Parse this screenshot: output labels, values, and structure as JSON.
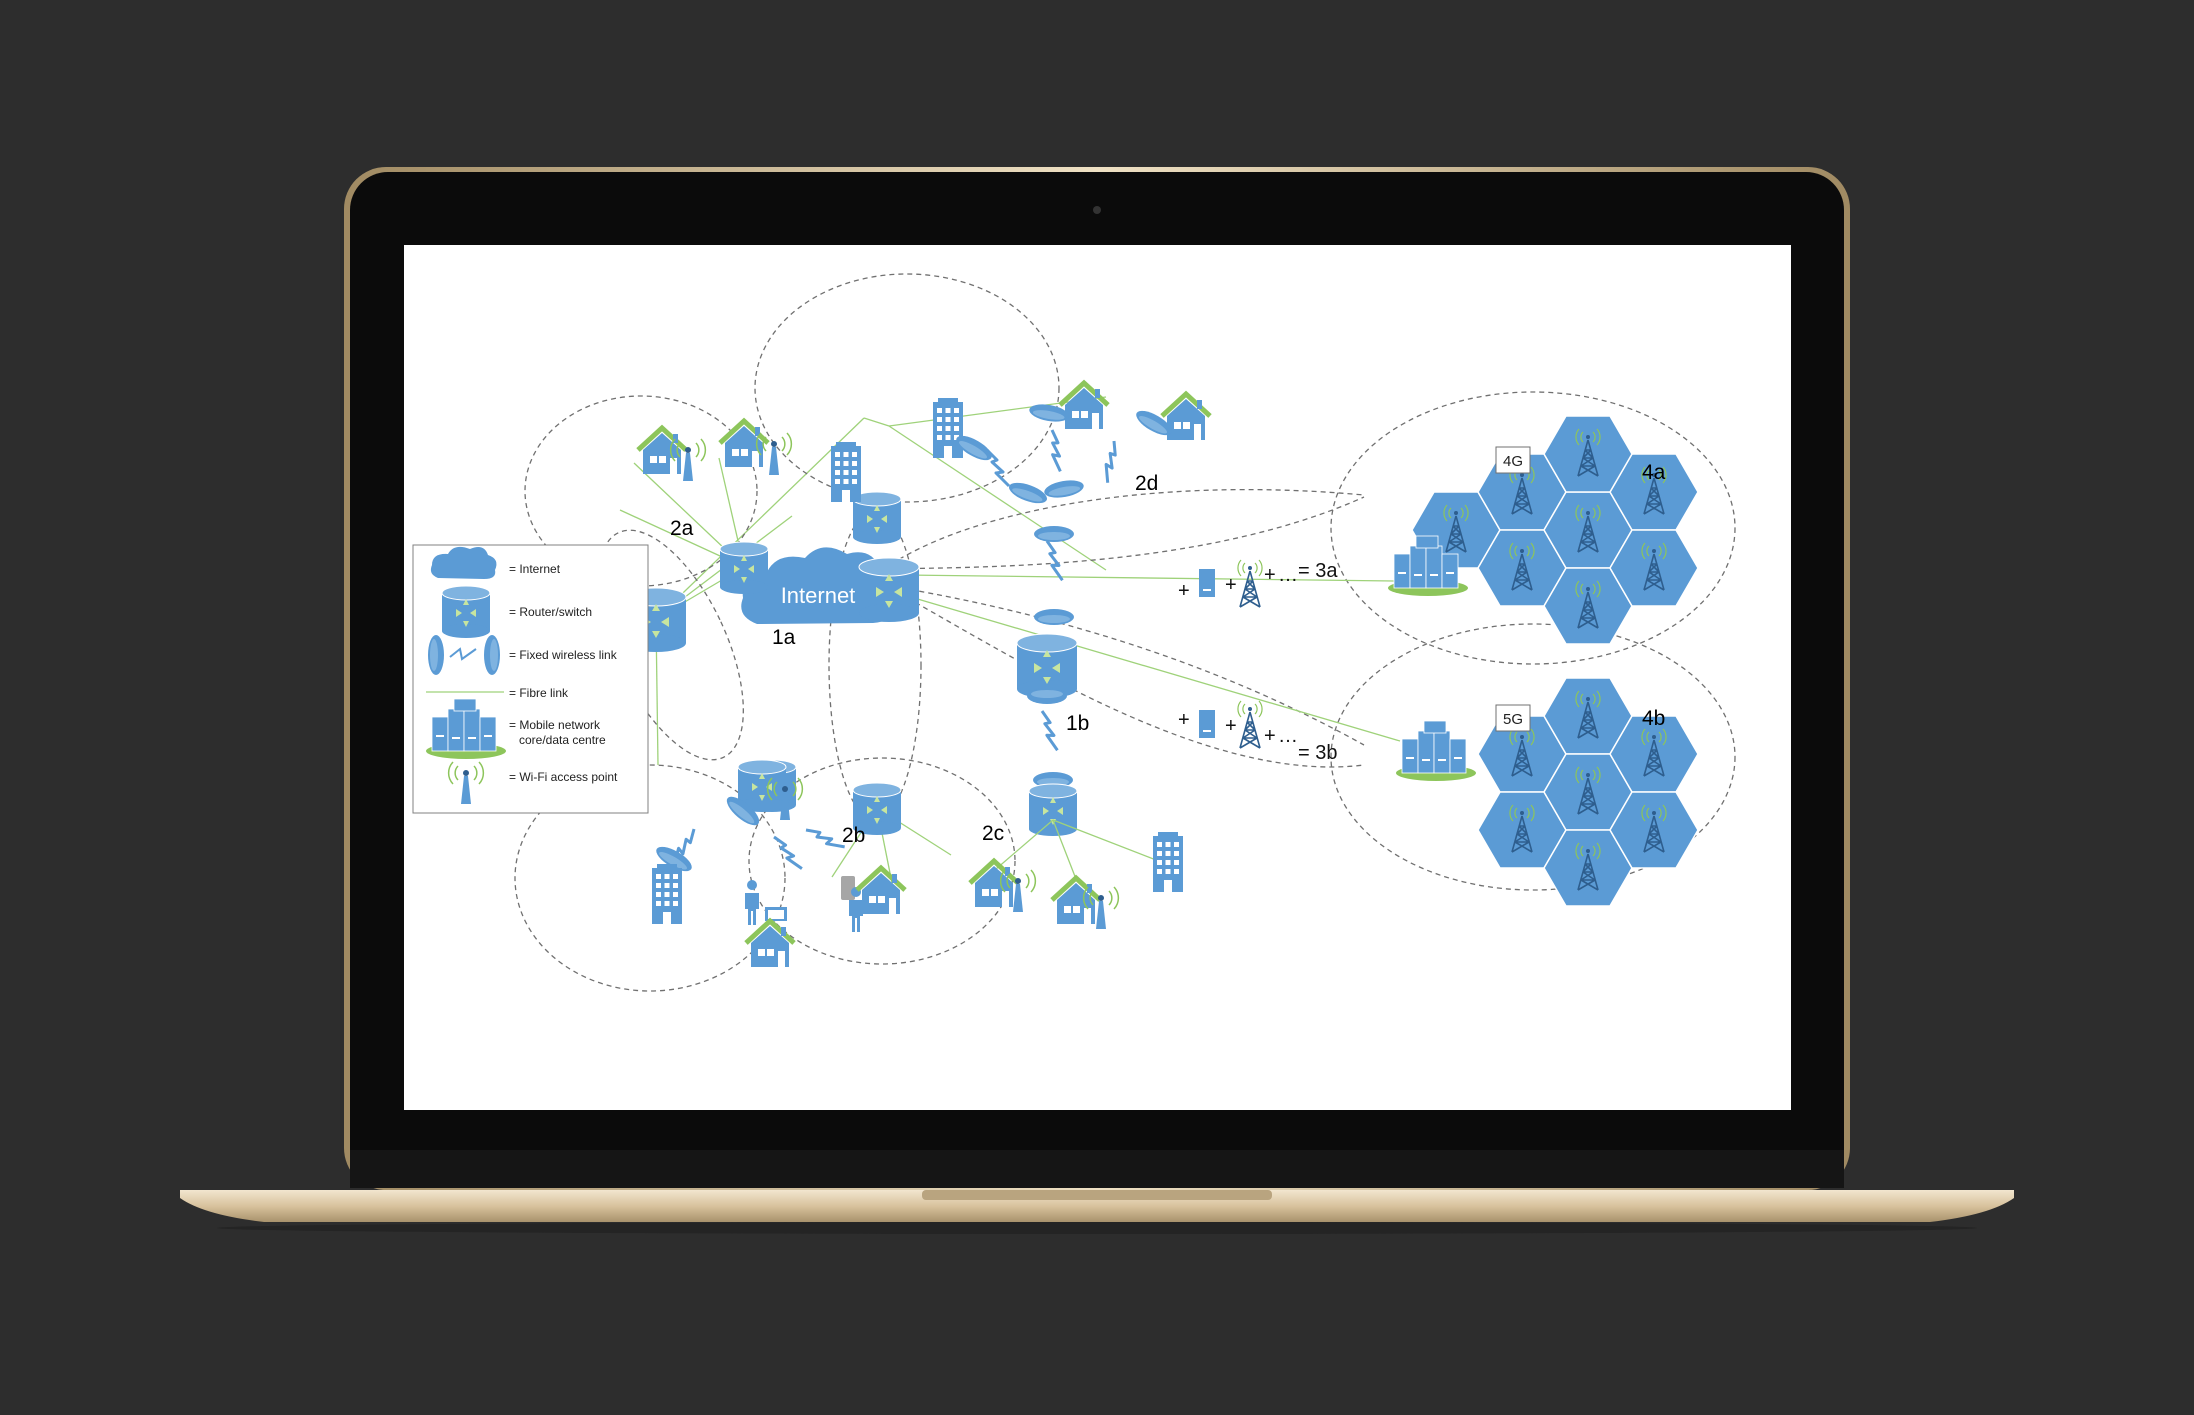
{
  "internet": {
    "label": "Internet"
  },
  "zones": {
    "z1a": "1a",
    "z1b": "1b",
    "z2a": "2a",
    "z2b": "2b",
    "z2c": "2c",
    "z2d": "2d",
    "z4a": "4a",
    "z4b": "4b"
  },
  "equations": {
    "eq3a": {
      "plus1": "+",
      "plus2": "+",
      "plus3": "+",
      "ellipsis": "…",
      "result": "= 3a"
    },
    "eq3b": {
      "plus1": "+",
      "plus2": "+",
      "plus3": "+",
      "ellipsis": "…",
      "result": "= 3b"
    }
  },
  "generations": {
    "g4": "4G",
    "g5": "5G"
  },
  "legend": {
    "internet": "= Internet",
    "router": "= Router/switch",
    "wireless": "= Fixed wireless link",
    "fibre": "= Fibre link",
    "mobile_line1": "= Mobile network",
    "mobile_line2": "core/data centre",
    "wifi": "= Wi-Fi access point"
  },
  "colors": {
    "icon_blue": "#5b9bd5",
    "roof_green": "#8dc55b",
    "fibre_green": "#9fd27a",
    "tower_dark": "#2e5e8e",
    "dashed": "#707070"
  }
}
